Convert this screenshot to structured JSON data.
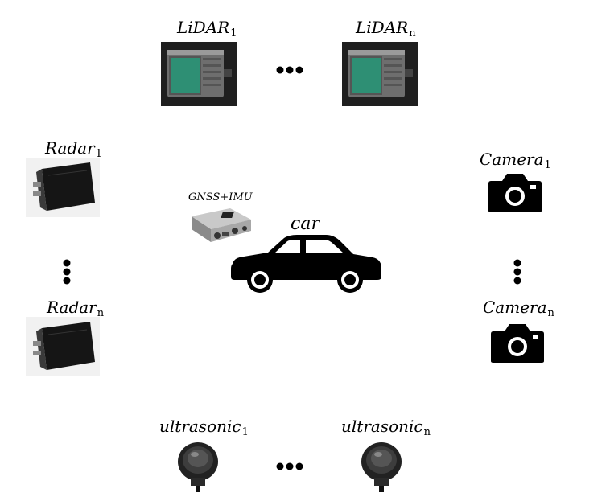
{
  "labels": {
    "lidar_first": "LiDAR",
    "lidar_first_sub": "1",
    "lidar_last": "LiDAR",
    "lidar_last_sub": "n",
    "radar_first": "Radar",
    "radar_first_sub": "1",
    "radar_last": "Radar",
    "radar_last_sub": "n",
    "camera_first": "Camera",
    "camera_first_sub": "1",
    "camera_last": "Camera",
    "camera_last_sub": "n",
    "ultrasonic_first": "ultrasonic",
    "ultrasonic_first_sub": "1",
    "ultrasonic_last": "ultrasonic",
    "ultrasonic_last_sub": "n",
    "gnss_imu": "GNSS+IMU",
    "car": "car"
  },
  "colors": {
    "ink": "#000000",
    "lidar_body": "#6e6e6e",
    "lidar_lens": "#2e8f74",
    "background": "#ffffff"
  },
  "icons": [
    "lidar-icon",
    "radar-icon",
    "camera-icon",
    "ultrasonic-sensor-icon",
    "gnss-imu-icon",
    "car-icon"
  ]
}
